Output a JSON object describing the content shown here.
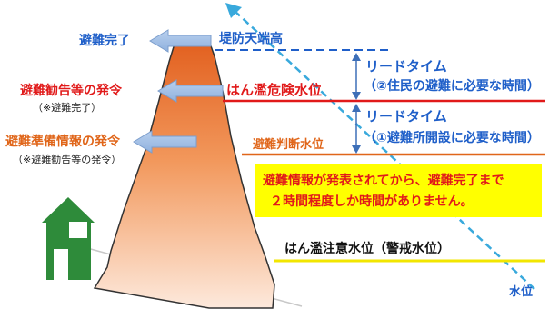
{
  "labels": {
    "evac_complete": "避難完了",
    "evac_advisory": "避難勧告等の発令",
    "evac_advisory_note": "（※避難完了）",
    "evac_prep": "避難準備情報の発令",
    "evac_prep_note": "（※避難勧告等の発令）",
    "levee_top": "堤防天端高",
    "danger_level": "はん濫危険水位",
    "judgement_level": "避難判断水位",
    "caution_level": "はん濫注意水位（警戒水位）",
    "water_level": "水位"
  },
  "lead_times": [
    {
      "title": "リードタイム",
      "detail": "（②住民の避難に必要な時間）"
    },
    {
      "title": "リードタイム",
      "detail": "（①避難所開設に必要な時間）"
    }
  ],
  "notice": {
    "line1": "避難情報が発表されてから、避難完了まで",
    "line2": "２時間程度しか時間がありません。"
  },
  "colors": {
    "levee_top": "#1f5fc9",
    "danger_level": "#e11a1a",
    "judgement_level": "#e0661a",
    "caution_level": "#f2e600",
    "water_trend": "#39a9dc",
    "house": "#2e8b3a",
    "notice_bg": "#ffff00",
    "arrow": "#9cbbe0",
    "mountain_top": "#e2601f",
    "mountain_bottom": "#fde9dc"
  },
  "icons": [
    "left-arrow-icon",
    "house-icon",
    "double-arrow-icon"
  ]
}
